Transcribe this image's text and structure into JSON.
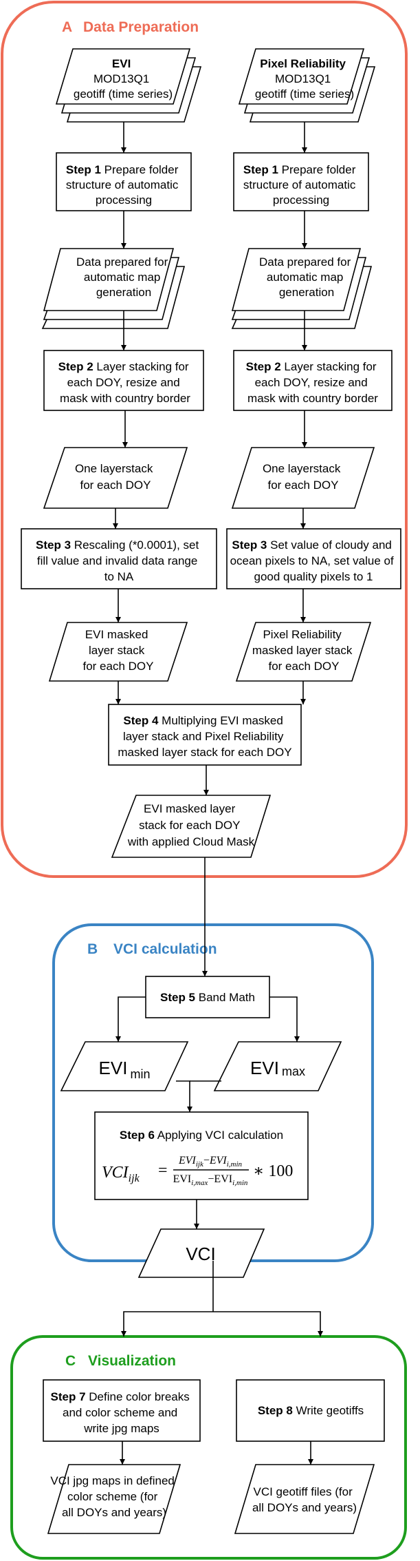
{
  "colors": {
    "section_a": "#EE6C56",
    "section_b": "#3A84C4",
    "section_c": "#1E9E1E",
    "stroke": "#000000"
  },
  "sections": {
    "a": {
      "letter": "A",
      "title": "Data Preparation"
    },
    "b": {
      "letter": "B",
      "title": "VCI calculation"
    },
    "c": {
      "letter": "C",
      "title": "Visualization"
    }
  },
  "left": {
    "input": {
      "bold": "EVI",
      "lines": [
        "MOD13Q1",
        "geotiff (time series)"
      ]
    },
    "step1": {
      "step": "Step 1",
      "first": " Prepare folder",
      "lines": [
        "structure of automatic",
        "processing"
      ]
    },
    "prepared": {
      "lines": [
        "Data prepared for",
        "automatic map",
        "generation"
      ]
    },
    "step2": {
      "step": "Step 2",
      "first": " Layer stacking for",
      "lines": [
        "each DOY, resize and",
        "mask with country border"
      ]
    },
    "layerstack": {
      "lines": [
        "One layerstack",
        "for each DOY"
      ]
    },
    "step3": {
      "step": "Step 3",
      "first": " Rescaling (*0.0001), set",
      "lines": [
        "fill value and invalid data range",
        "to NA"
      ]
    },
    "masked": {
      "lines": [
        "EVI masked",
        "layer stack",
        "for each DOY"
      ]
    }
  },
  "right": {
    "input": {
      "bold": "Pixel Reliability",
      "lines": [
        "MOD13Q1",
        "geotiff (time series)"
      ]
    },
    "step1": {
      "step": "Step 1",
      "first": " Prepare folder",
      "lines": [
        "structure of automatic",
        "processing"
      ]
    },
    "prepared": {
      "lines": [
        "Data prepared for",
        "automatic map",
        "generation"
      ]
    },
    "step2": {
      "step": "Step 2",
      "first": " Layer stacking for",
      "lines": [
        "each DOY, resize and",
        "mask with country border"
      ]
    },
    "layerstack": {
      "lines": [
        "One layerstack",
        "for each DOY"
      ]
    },
    "step3": {
      "step": "Step 3",
      "first": " Set value of cloudy and",
      "lines": [
        "ocean pixels to NA, set value of",
        "good quality pixels to 1"
      ]
    },
    "masked": {
      "lines": [
        "Pixel Reliability",
        "masked layer stack",
        "for each DOY"
      ]
    }
  },
  "step4": {
    "step": "Step 4",
    "first": " Multiplying EVI masked",
    "lines": [
      "layer stack and Pixel Reliability",
      "masked layer stack for each DOY"
    ]
  },
  "cloudmask": {
    "lines": [
      "EVI masked layer",
      "stack for each DOY",
      "with applied Cloud Mask"
    ]
  },
  "step5": {
    "step": "Step 5",
    "rest": " Band Math"
  },
  "evi_min": {
    "main": "EVI",
    "sub": "min"
  },
  "evi_max": {
    "main": "EVI",
    "sub": "max"
  },
  "step6": {
    "step": "Step 6",
    "rest": " Applying VCI calculation"
  },
  "formula": {
    "lhs": "VCI",
    "lhs_sub": "ijk",
    "eq": "=",
    "times": "∗ 100",
    "num_a": "EVI",
    "num_a_sub": "ijk",
    "num_minus": "−",
    "num_b": "EVI",
    "num_b_sub": "i,min",
    "den_a": "EVI",
    "den_a_sub": "i,max",
    "den_minus": "−",
    "den_b": "EVI",
    "den_b_sub": "i,min"
  },
  "vci": {
    "label": "VCI"
  },
  "step7": {
    "step": "Step 7",
    "first": " Define color breaks",
    "lines": [
      "and color scheme and",
      "write jpg maps"
    ]
  },
  "step8": {
    "step": "Step 8",
    "rest": " Write geotiffs"
  },
  "jpgmaps": {
    "lines": [
      "VCI jpg maps in defined",
      "color scheme (for",
      "all DOYs and years)"
    ]
  },
  "geotiffs": {
    "lines": [
      "VCI geotiff files (for",
      "all DOYs and years)"
    ]
  }
}
